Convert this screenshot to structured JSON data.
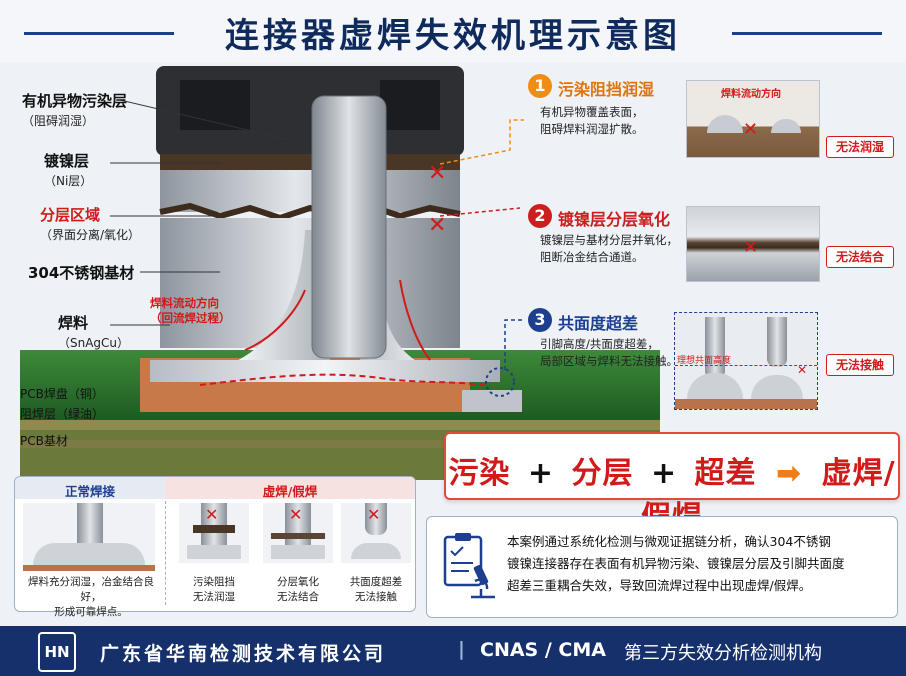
{
  "title": "连接器虚焊失效机理示意图",
  "left_labels": [
    {
      "main": "有机异物污染层",
      "sub": "（阻碍润湿）",
      "red": false
    },
    {
      "main": "镀镍层",
      "sub": "（Ni层）",
      "red": false
    },
    {
      "main": "分层区域",
      "sub": "（界面分离/氧化）",
      "red": true
    },
    {
      "main": "304不锈钢基材",
      "sub": "",
      "red": false
    },
    {
      "main": "焊料",
      "sub": "（SnAgCu）",
      "red": false
    }
  ],
  "pcb_labels": [
    "PCB焊盘（铜）",
    "阻焊层（绿油）",
    "PCB基材"
  ],
  "flow_label": {
    "line1": "焊料流动方向",
    "line2": "（回流焊过程）"
  },
  "steps": [
    {
      "num": "1",
      "title": "污染阻挡润湿",
      "desc1": "有机异物覆盖表面，",
      "desc2": "阻碍焊料润湿扩散。",
      "tag": "无法润湿",
      "thumb_label": "焊料流动方向"
    },
    {
      "num": "2",
      "title": "镀镍层分层氧化",
      "desc1": "镀镍层与基材分层并氧化，",
      "desc2": "阻断冶金结合通道。",
      "tag": "无法结合"
    },
    {
      "num": "3",
      "title": "共面度超差",
      "desc1": "引脚高度/共面度超差，",
      "desc2": "局部区域与焊料无法接触。",
      "tag": "无法接触",
      "thumb_label": "理想共面高度"
    }
  ],
  "formula": {
    "a": "污染",
    "plus1": "+",
    "b": "分层",
    "plus2": "+",
    "c": "超差",
    "arrow": "➡",
    "result": "虚焊/假焊"
  },
  "compare": {
    "normal_head": "正常焊接",
    "bad_head": "虚焊/假焊",
    "normal_cap1": "焊料充分润湿，冶金结合良好，",
    "normal_cap2": "形成可靠焊点。",
    "bad_items": [
      {
        "l1": "污染阻挡",
        "l2": "无法润湿"
      },
      {
        "l1": "分层氧化",
        "l2": "无法结合"
      },
      {
        "l1": "共面度超差",
        "l2": "无法接触"
      }
    ]
  },
  "summary": [
    "本案例通过系统化检测与微观证据链分析，确认304不锈钢",
    "镀镍连接器存在表面有机异物污染、镀镍层分层及引脚共面度",
    "超差三重耦合失效，导致回流焊过程中出现虚焊/假焊。"
  ],
  "footer": {
    "logo": "HN",
    "company": "广东省华南检测技术有限公司",
    "sep": "|",
    "cert": "CNAS / CMA",
    "desc": "第三方失效分析检测机构"
  },
  "colors": {
    "navy": "#15306b",
    "red": "#d11a1a",
    "orange": "#f08c12"
  }
}
